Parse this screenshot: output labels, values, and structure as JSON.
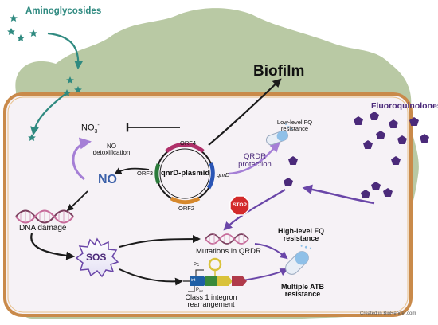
{
  "labels": {
    "aminoglycosides": "Aminoglycosides",
    "fluoroquinolones": "Fluoroquinolones",
    "biofilm": "Biofilm",
    "no3": "NO",
    "no3_sub": "3",
    "no3_sup": "-",
    "no_detox_line1": "NO",
    "no_detox_line2": "detoxification",
    "no": "NO",
    "dna_damage": "DNA damage",
    "sos": "SOS",
    "plasmid": "qnrD-plasmid",
    "orf1": "ORF4",
    "orf2": "ORF2",
    "orf3": "ORF3",
    "qnrd": "qnrD",
    "low_fq_line1": "Low-level FQ",
    "low_fq_line2": "resistance",
    "qrdr_line1": "QRDR",
    "qrdr_line2": "protection",
    "stop": "STOP",
    "mutations": "Mutations in QRDR",
    "high_fq_line1": "High-level FQ",
    "high_fq_line2": "resistance",
    "multi_atb_line1": "Multiple ATB",
    "multi_atb_line2": "resistance",
    "integron_line1": "Class 1 integron",
    "integron_line2": "rearrangement",
    "pc": "Pc",
    "pint": "P",
    "pint_sub": "int",
    "int_gene": "int",
    "credit": "Created in BioRender.com"
  },
  "colors": {
    "biofilm": "#b9c9a4",
    "cell_border": "#c98a4a",
    "cell_fill": "#f6f2f6",
    "teal": "#2f8a80",
    "purple": "#5a2d82",
    "arrow_dark": "#1b1b1b"
  }
}
